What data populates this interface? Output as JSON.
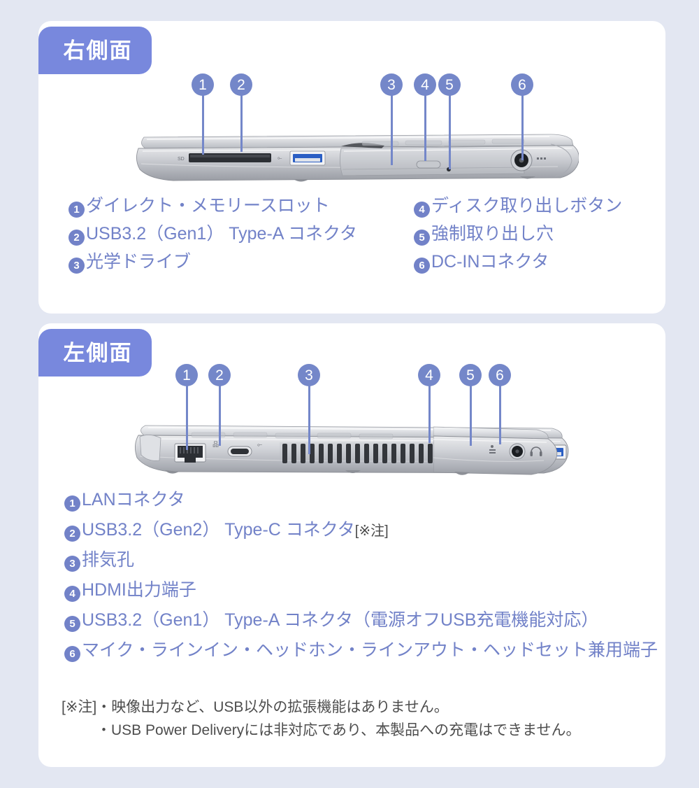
{
  "theme": {
    "page_background": "#e3e7f2",
    "card_background": "#ffffff",
    "badge_background": "#7888dd",
    "marker_color": "#7487c9",
    "legend_text_color": "#7282c8",
    "footnote_color": "#4d4d4d",
    "usb_port_accent": "#2b5fc4"
  },
  "sections": [
    {
      "id": "right-side",
      "badge_label": "右側面",
      "markers": [
        {
          "number": "1",
          "label": "callout-marker-1"
        },
        {
          "number": "2",
          "label": "callout-marker-2"
        },
        {
          "number": "3",
          "label": "callout-marker-3"
        },
        {
          "number": "4",
          "label": "callout-marker-4"
        },
        {
          "number": "5",
          "label": "callout-marker-5"
        },
        {
          "number": "6",
          "label": "callout-marker-6"
        }
      ],
      "legend_column_1": [
        {
          "number": "1",
          "text": "ダイレクト・メモリースロット"
        },
        {
          "number": "2",
          "text": "USB3.2（Gen1） Type-A コネクタ"
        },
        {
          "number": "3",
          "text": "光学ドライブ"
        }
      ],
      "legend_column_2": [
        {
          "number": "4",
          "text": "ディスク取り出しボタン"
        },
        {
          "number": "5",
          "text": "強制取り出し穴"
        },
        {
          "number": "6",
          "text": "DC-INコネクタ"
        }
      ]
    },
    {
      "id": "left-side",
      "badge_label": "左側面",
      "markers": [
        {
          "number": "1",
          "label": "callout-marker-1"
        },
        {
          "number": "2",
          "label": "callout-marker-2"
        },
        {
          "number": "3",
          "label": "callout-marker-3"
        },
        {
          "number": "4",
          "label": "callout-marker-4"
        },
        {
          "number": "5",
          "label": "callout-marker-5"
        },
        {
          "number": "6",
          "label": "callout-marker-6"
        }
      ],
      "legend": [
        {
          "number": "1",
          "text": "LANコネクタ",
          "note_ref": ""
        },
        {
          "number": "2",
          "text": "USB3.2（Gen2） Type-C コネクタ",
          "note_ref": "[※注]"
        },
        {
          "number": "3",
          "text": "排気孔",
          "note_ref": ""
        },
        {
          "number": "4",
          "text": "HDMI出力端子",
          "note_ref": ""
        },
        {
          "number": "5",
          "text": "USB3.2（Gen1） Type-A コネクタ（電源オフUSB充電機能対応）",
          "note_ref": ""
        },
        {
          "number": "6",
          "text": "マイク・ラインイン・ヘッドホン・ラインアウト・ヘッドセット兼用端子",
          "note_ref": ""
        }
      ],
      "footnote": {
        "line1": "[※注]・映像出力など、USB以外の拡張機能はありません。",
        "line2": "・USB Power Deliveryには非対応であり、本製品への充電はできません。"
      }
    }
  ],
  "port_icons": {
    "sd_slot": "sd-card-slot-icon",
    "usb_a": "usb-type-a-icon",
    "usb_c": "usb-type-c-icon",
    "lan": "lan-rj45-icon",
    "hdmi_label": "HDMI",
    "audio_jack": "headphone-jack-icon",
    "dc_in": "dc-in-jack-icon",
    "eject_button": "disc-eject-button-icon",
    "emergency_hole": "emergency-eject-hole-icon",
    "vent": "exhaust-vent-icon"
  }
}
